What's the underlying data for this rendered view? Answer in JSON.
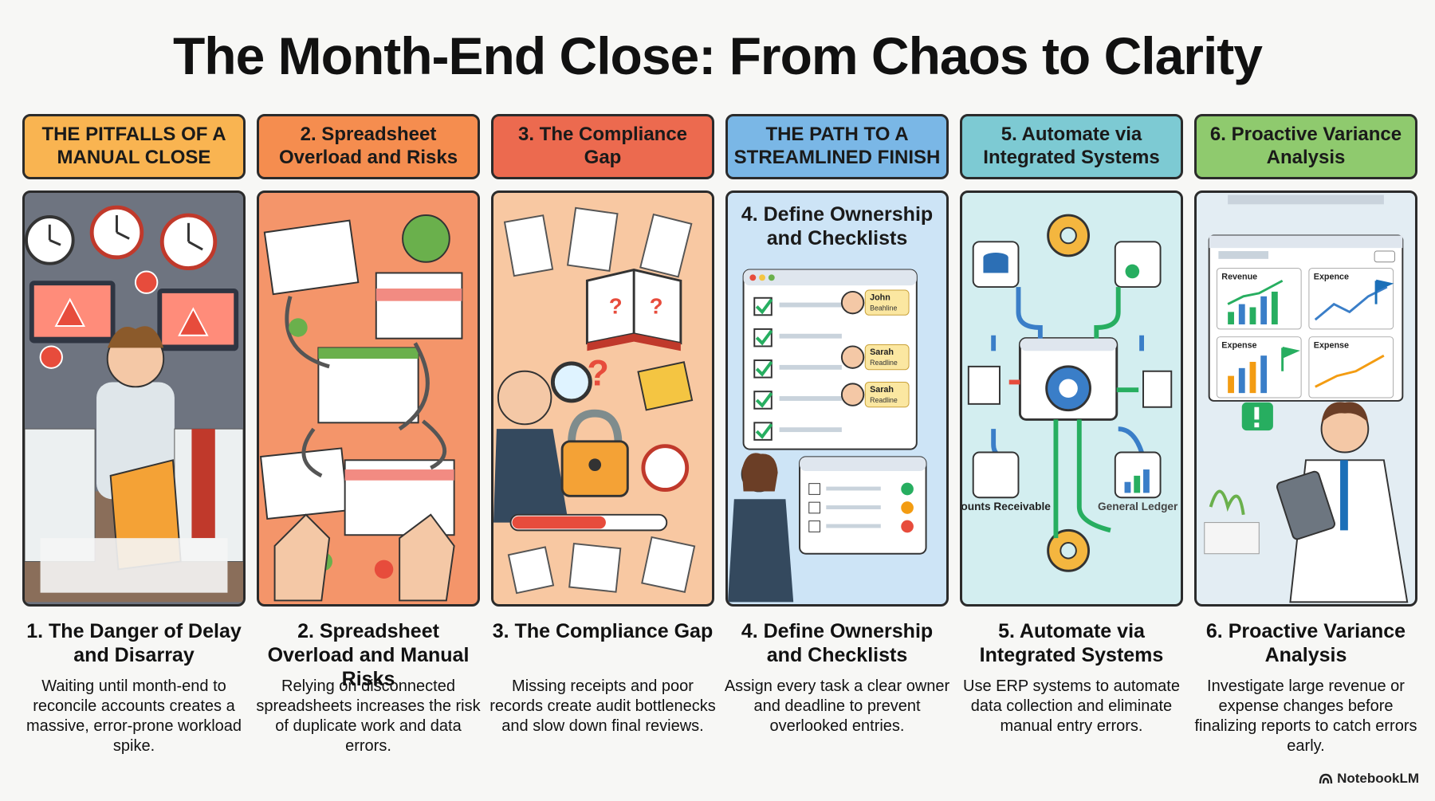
{
  "title": "The Month-End Close: From Chaos to Clarity",
  "columns": [
    {
      "header": "THE PITFALLS OF A MANUAL CLOSE",
      "caption_title": "1. The Danger of Delay and Disarray",
      "caption_text": "Waiting until month-end to reconcile accounts creates a massive, error-prone workload spike.",
      "colors": {
        "header": "#f9b451",
        "art": "#6e7480"
      }
    },
    {
      "header": "2. Spreadsheet Overload and Risks",
      "caption_title": "2. Spreadsheet Overload and Manual Risks",
      "caption_text": "Relying on disconnected spreadsheets increases the risk of duplicate work and data errors.",
      "colors": {
        "header": "#f58d4f",
        "art": "#f4956a"
      }
    },
    {
      "header": "3. The Compliance Gap",
      "caption_title": "3. The Compliance Gap",
      "caption_text": "Missing receipts and poor records create audit bottlenecks and slow down final reviews.",
      "colors": {
        "header": "#ec6a4f",
        "art": "#f8c8a2"
      }
    },
    {
      "header": "THE PATH TO A STREAMLINED FINISH",
      "art_title": "4. Define Ownership and Checklists",
      "caption_title": "4. Define Ownership and Checklists",
      "caption_text": "Assign every task a clear owner and deadline to prevent overlooked entries.",
      "colors": {
        "header": "#7ab7e6",
        "art": "#cde4f6"
      },
      "owners": [
        {
          "name": "John",
          "role": "Beahline"
        },
        {
          "name": "Sarah",
          "role": "Readline"
        },
        {
          "name": "Sarah",
          "role": "Readline"
        }
      ]
    },
    {
      "header": "5. Automate via Integrated Systems",
      "caption_title": "5. Automate via Integrated Systems",
      "caption_text": "Use ERP systems to automate data collection and eliminate manual entry errors.",
      "colors": {
        "header": "#7dcad3",
        "art": "#d3eef0"
      },
      "labels": {
        "left": "Accounts Receivable",
        "right": "General Ledger"
      }
    },
    {
      "header": "6. Proactive Variance Analysis",
      "caption_title": "6. Proactive Variance Analysis",
      "caption_text": "Investigate large revenue or expense changes before finalizing reports to catch errors early.",
      "colors": {
        "header": "#8fca6e",
        "art": "#e3edf3"
      },
      "charts": [
        "Revenue",
        "Expence",
        "Expense",
        "Expense"
      ]
    }
  ],
  "brand": "NotebookLM"
}
